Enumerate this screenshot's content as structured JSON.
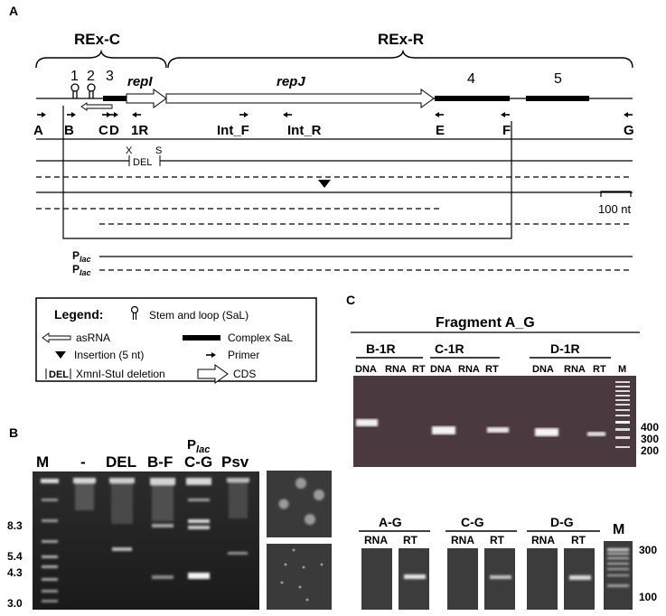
{
  "panels": {
    "A": "A",
    "B": "B",
    "C": "C"
  },
  "regions": {
    "rexc": "REx-C",
    "rexr": "REx-R"
  },
  "map": {
    "sal_numbers": [
      "1",
      "2",
      "3",
      "4",
      "5"
    ],
    "genes": {
      "repI": "repI",
      "repJ": "repJ"
    },
    "primers": [
      "A",
      "B",
      "C",
      "D",
      "1R",
      "Int_F",
      "Int_R",
      "E",
      "F",
      "G"
    ],
    "x_label": "X",
    "s_label": "S",
    "del_label": "DEL",
    "scale_bar": "100 nt",
    "plac_main": "P",
    "plac_sub": "lac"
  },
  "legend": {
    "title": "Legend:",
    "stem_loop": "Stem and loop (SaL)",
    "asrna": "asRNA",
    "complex_sal": "Complex SaL",
    "insertion": "Insertion (5 nt)",
    "primer": "Primer",
    "deletion_tag": "DEL",
    "deletion": "XmnI-StuI deletion",
    "cds": "CDS"
  },
  "panel_b": {
    "lanes": [
      "M",
      "-",
      "DEL",
      "B-F",
      "C-G",
      "Psv"
    ],
    "plac_main": "P",
    "plac_sub": "lac",
    "markers": [
      "8.3",
      "5.4",
      "4.3",
      "3.0"
    ]
  },
  "panel_c": {
    "title": "Fragment A_G",
    "groups_top": [
      "B-1R",
      "C-1R",
      "D-1R"
    ],
    "sub_top": [
      "DNA",
      "RNA",
      "RT",
      "DNA",
      "RNA",
      "RT",
      "DNA",
      "RNA",
      "RT",
      "M"
    ],
    "markers_top": [
      "400",
      "300",
      "200"
    ],
    "groups_bottom": [
      "A-G",
      "C-G",
      "D-G"
    ],
    "sub_bottom": [
      "RNA",
      "RT",
      "RNA",
      "RT",
      "RNA",
      "RT"
    ],
    "m_bottom": "M",
    "markers_bottom": [
      "300",
      "100"
    ]
  }
}
